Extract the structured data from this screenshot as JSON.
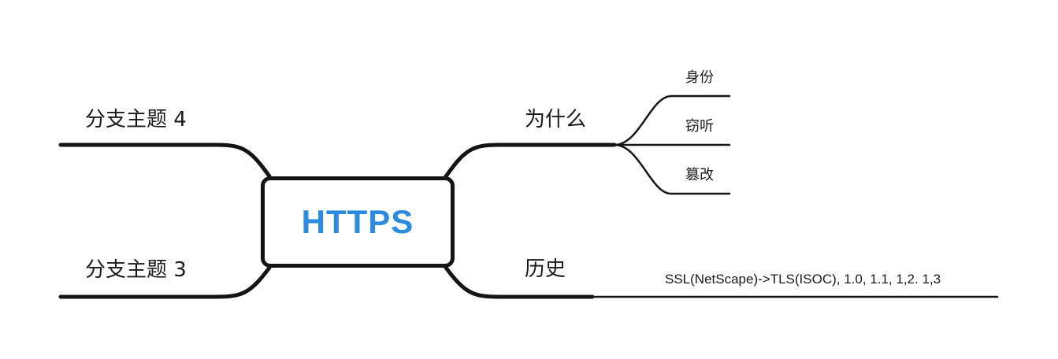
{
  "central_topic": {
    "label": "HTTPS",
    "color": "#2a8be0"
  },
  "right_branches": [
    {
      "label": "为什么",
      "children": [
        "身份",
        "窃听",
        "篡改"
      ]
    },
    {
      "label": "历史",
      "note": "SSL(NetScape)->TLS(ISOC), 1.0, 1.1, 1,2. 1,3"
    }
  ],
  "left_branches": [
    {
      "label": "分支主题 4"
    },
    {
      "label": "分支主题 3"
    }
  ],
  "line_color": "#141414"
}
